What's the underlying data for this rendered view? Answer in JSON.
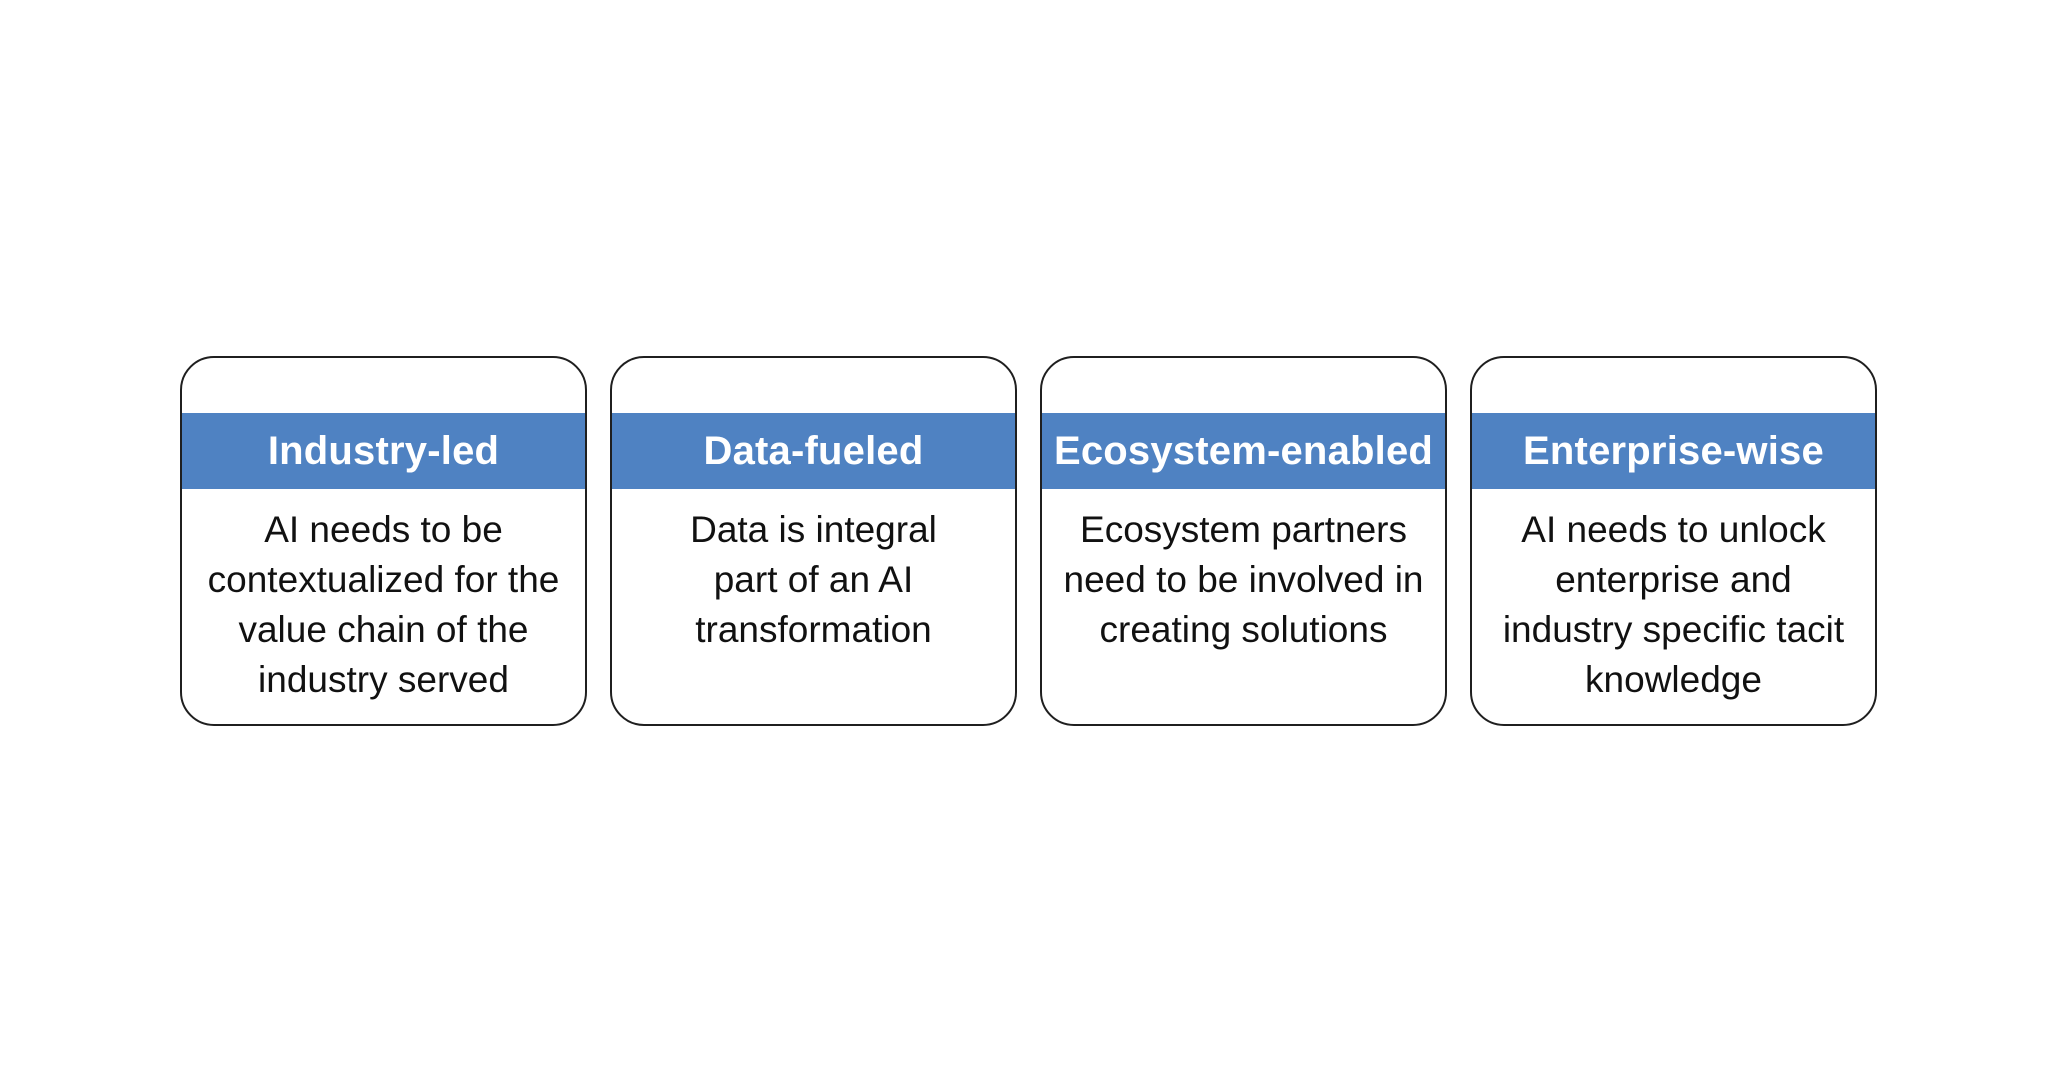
{
  "colors": {
    "header_fill": "#4f82c2",
    "header_text": "#ffffff",
    "border": "#1f1f1f",
    "body_text": "#111111"
  },
  "cards": [
    {
      "title": "Industry-led",
      "lines": [
        "AI needs to be",
        "contextualized for the",
        "value chain of the",
        "industry served"
      ]
    },
    {
      "title": "Data-fueled",
      "lines": [
        "Data is integral",
        "part of an AI",
        "transformation"
      ]
    },
    {
      "title": "Ecosystem-enabled",
      "lines": [
        "Ecosystem partners",
        "need to be involved in",
        "creating solutions"
      ]
    },
    {
      "title": "Enterprise-wise",
      "lines": [
        "AI needs to unlock",
        "enterprise and",
        "industry specific tacit",
        "knowledge"
      ]
    }
  ]
}
